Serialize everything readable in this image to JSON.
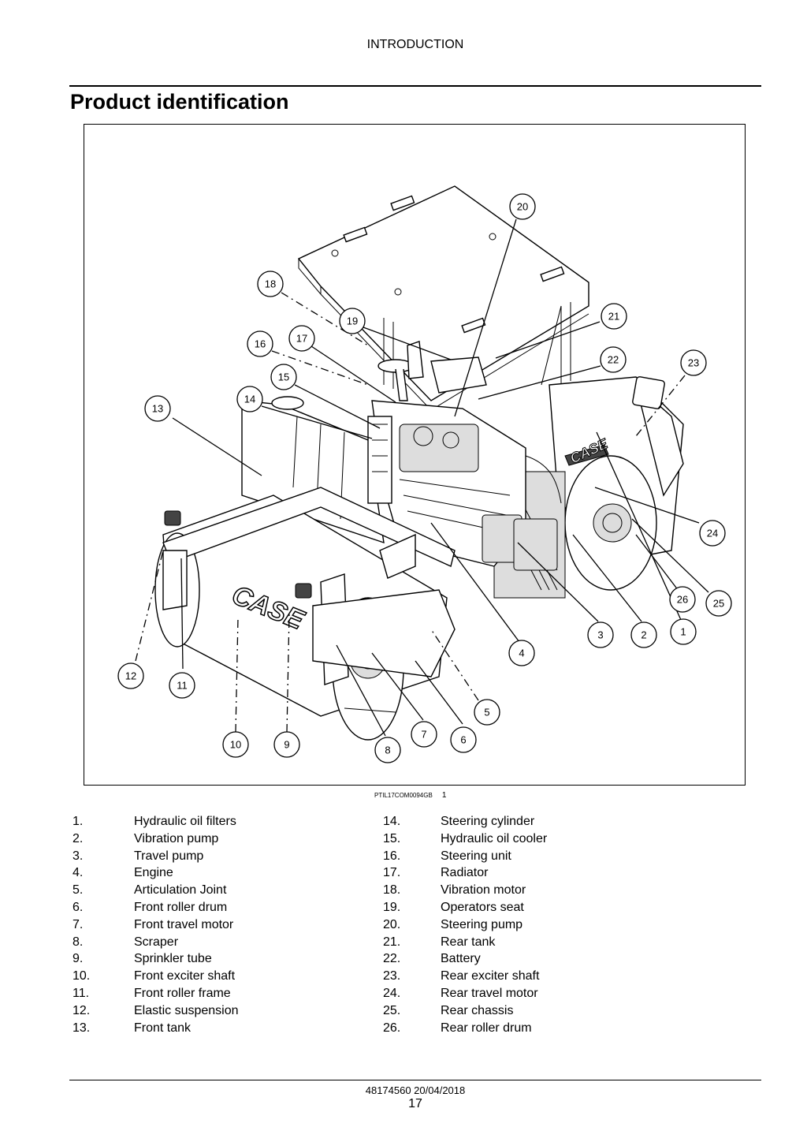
{
  "header": {
    "section": "INTRODUCTION"
  },
  "page": {
    "title": "Product identification"
  },
  "figure": {
    "code": "PTIL17COM0094GB",
    "number": "1",
    "decal_text": "CASE"
  },
  "legend": {
    "left": [
      {
        "n": "1.",
        "label": "Hydraulic oil filters"
      },
      {
        "n": "2.",
        "label": "Vibration pump"
      },
      {
        "n": "3.",
        "label": "Travel pump"
      },
      {
        "n": "4.",
        "label": "Engine"
      },
      {
        "n": "5.",
        "label": "Articulation Joint"
      },
      {
        "n": "6.",
        "label": "Front roller drum"
      },
      {
        "n": "7.",
        "label": "Front travel motor"
      },
      {
        "n": "8.",
        "label": "Scraper"
      },
      {
        "n": "9.",
        "label": "Sprinkler tube"
      },
      {
        "n": "10.",
        "label": "Front exciter shaft"
      },
      {
        "n": "11.",
        "label": "Front roller frame"
      },
      {
        "n": "12.",
        "label": "Elastic suspension"
      },
      {
        "n": "13.",
        "label": "Front tank"
      }
    ],
    "right": [
      {
        "n": "14.",
        "label": "Steering cylinder"
      },
      {
        "n": "15.",
        "label": "Hydraulic oil cooler"
      },
      {
        "n": "16.",
        "label": "Steering unit"
      },
      {
        "n": "17.",
        "label": "Radiator"
      },
      {
        "n": "18.",
        "label": "Vibration motor"
      },
      {
        "n": "19.",
        "label": "Operators seat"
      },
      {
        "n": "20.",
        "label": "Steering pump"
      },
      {
        "n": "21.",
        "label": "Rear tank"
      },
      {
        "n": "22.",
        "label": "Battery"
      },
      {
        "n": "23.",
        "label": "Rear exciter shaft"
      },
      {
        "n": "24.",
        "label": "Rear travel motor"
      },
      {
        "n": "25.",
        "label": "Rear chassis"
      },
      {
        "n": "26.",
        "label": "Rear roller drum"
      }
    ]
  },
  "callouts": [
    "1",
    "2",
    "3",
    "4",
    "5",
    "6",
    "7",
    "8",
    "9",
    "10",
    "11",
    "12",
    "13",
    "14",
    "15",
    "16",
    "17",
    "18",
    "19",
    "20",
    "21",
    "22",
    "23",
    "24",
    "25",
    "26"
  ],
  "footer": {
    "docref": "48174560 20/04/2018",
    "page_number": "17"
  }
}
